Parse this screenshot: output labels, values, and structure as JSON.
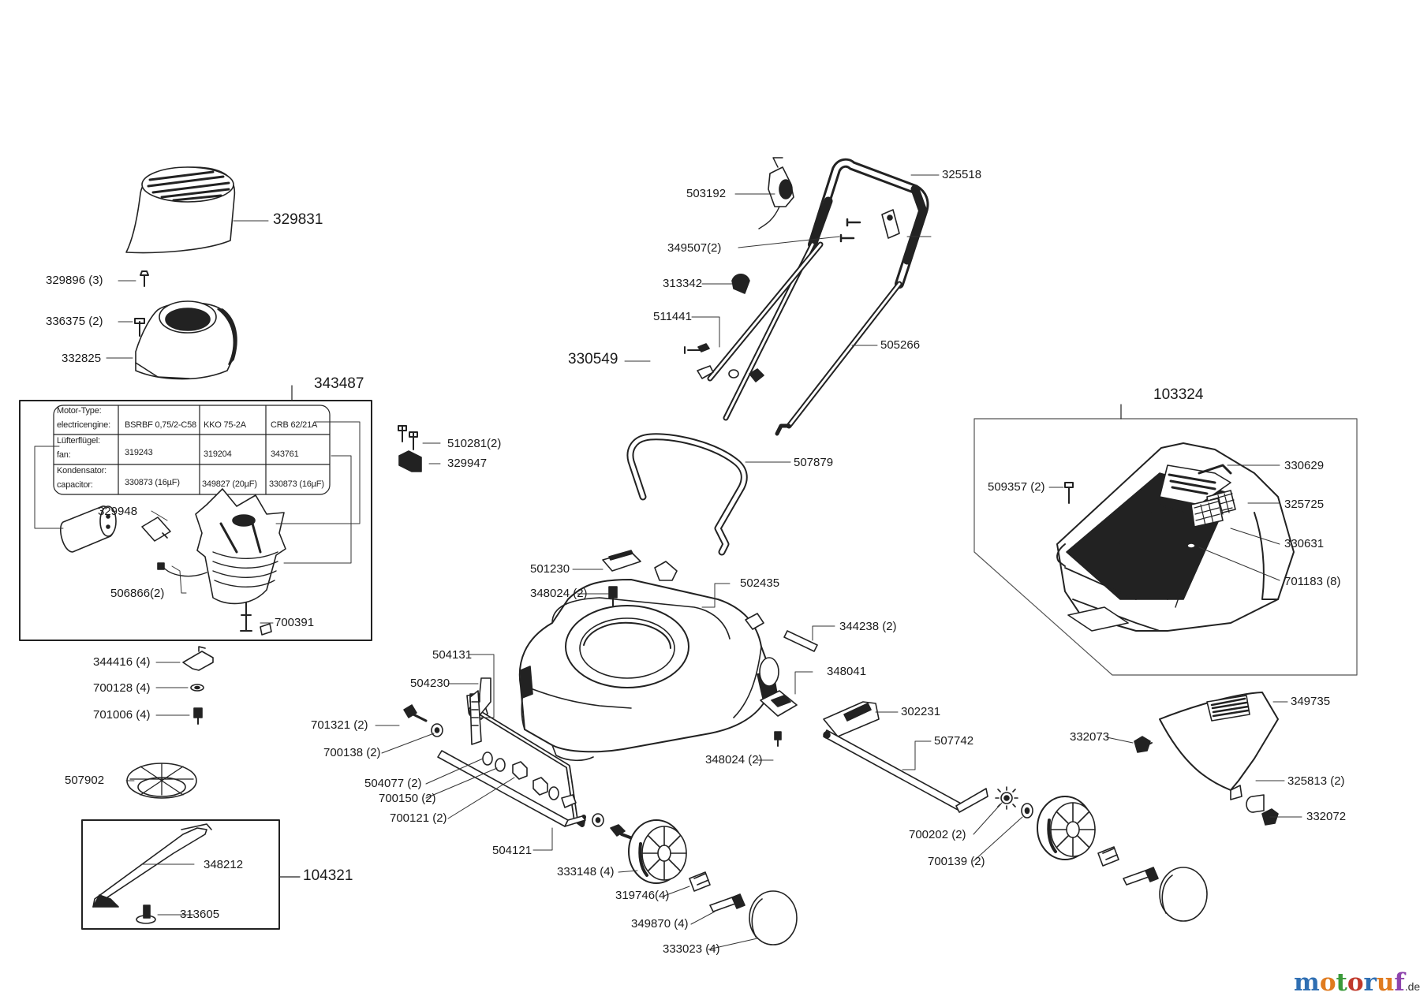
{
  "labels": {
    "p329831": "329831",
    "p329896": "329896 (3)",
    "p336375": "336375 (2)",
    "p332825": "332825",
    "p343487": "343487",
    "p329948": "329948",
    "p506866": "506866(2)",
    "p700391": "700391",
    "p510281": "510281(2)",
    "p329947": "329947",
    "p344416": "344416 (4)",
    "p700128": "700128 (4)",
    "p701006": "701006 (4)",
    "p507902": "507902",
    "p348212": "348212",
    "p104321": "104321",
    "p313605": "313605",
    "p503192": "503192",
    "p325518": "325518",
    "p349507": "349507(2)",
    "p313342": "313342",
    "p511441": "511441",
    "p330549": "330549",
    "p505266": "505266",
    "p507879": "507879",
    "p501230": "501230",
    "p348024a": "348024 (2)",
    "p502435": "502435",
    "p344238": "344238 (2)",
    "p348041": "348041",
    "p504131": "504131",
    "p504230": "504230",
    "p701321": "701321 (2)",
    "p700138": "700138 (2)",
    "p504077": "504077 (2)",
    "p700150": "700150 (2)",
    "p700121": "700121 (2)",
    "p504121": "504121",
    "p333148": "333148 (4)",
    "p319746": "319746(4)",
    "p349870": "349870 (4)",
    "p333023": "333023 (4)",
    "p348024b": "348024 (2)",
    "p302231": "302231",
    "p507742": "507742",
    "p700202": "700202 (2)",
    "p700139": "700139 (2)",
    "p103324": "103324",
    "p509357": "509357 (2)",
    "p330629": "330629",
    "p325725": "325725",
    "p330631": "330631",
    "p701183": "701183 (8)",
    "p349735": "349735",
    "p332073": "332073",
    "p325813": "325813 (2)",
    "p332072": "332072"
  },
  "motor_table": {
    "rows": [
      {
        "label": [
          "Motor-Type:",
          "electricengine:"
        ],
        "values": [
          "BSRBF 0,75/2-C58",
          "KKO 75-2A",
          "CRB 62/21A"
        ]
      },
      {
        "label": [
          "Lüfterflügel:",
          "fan:"
        ],
        "values": [
          "319243",
          "319204",
          "343761"
        ]
      },
      {
        "label": [
          "Kondensator:",
          "capacitor:"
        ],
        "values": [
          "330873 (16µF)",
          "349827 (20µF)",
          "330873 (16µF)"
        ]
      }
    ]
  },
  "logo": {
    "text": "motoruf",
    "suffix": ".de",
    "colors": [
      "#2f6fb3",
      "#e07b1f",
      "#3a9a3a",
      "#c0392b",
      "#2f6fb3",
      "#e07b1f",
      "#8e44ad"
    ]
  }
}
